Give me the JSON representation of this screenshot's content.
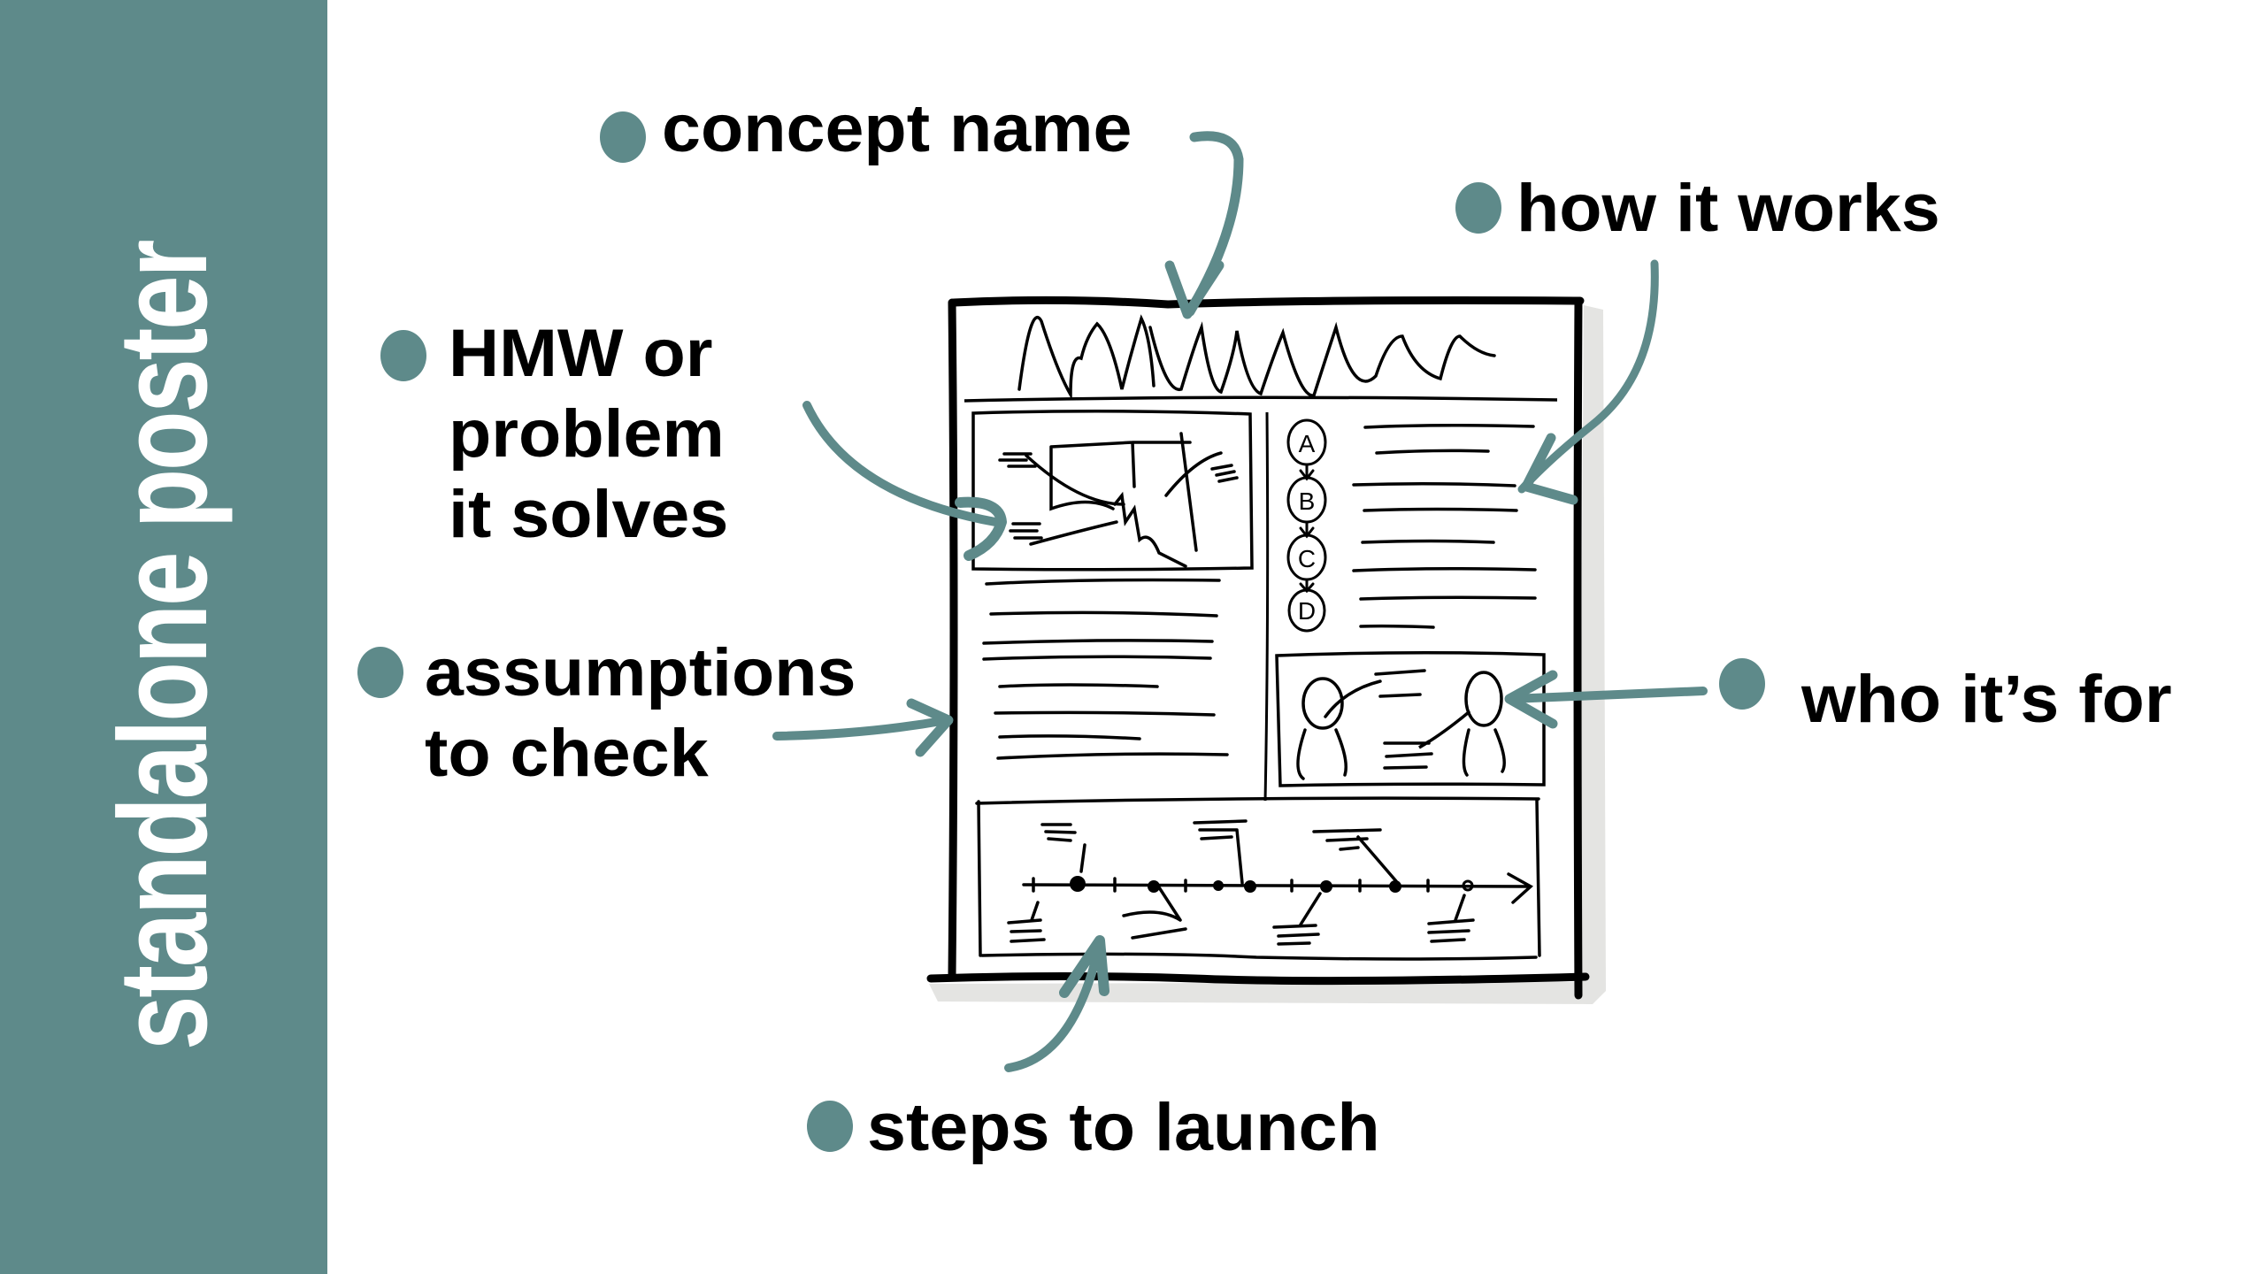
{
  "slide": {
    "title": "standalone poster",
    "accent_color": "#5e8a8a",
    "ink_color": "#000000",
    "shadow_color": "#e4e4e2"
  },
  "callouts": [
    {
      "id": "concept-name",
      "lines": [
        "concept name"
      ]
    },
    {
      "id": "how-it-works",
      "lines": [
        "how it works"
      ]
    },
    {
      "id": "hmw",
      "lines": [
        "HMW or",
        "problem",
        "it solves"
      ]
    },
    {
      "id": "assumptions",
      "lines": [
        "assumptions",
        "to check"
      ]
    },
    {
      "id": "who-its-for",
      "lines": [
        "who it’s for"
      ]
    },
    {
      "id": "steps-to-launch",
      "lines": [
        "steps to launch"
      ]
    }
  ],
  "poster_sketch": {
    "step_nodes": [
      "A",
      "B",
      "C",
      "D"
    ]
  }
}
